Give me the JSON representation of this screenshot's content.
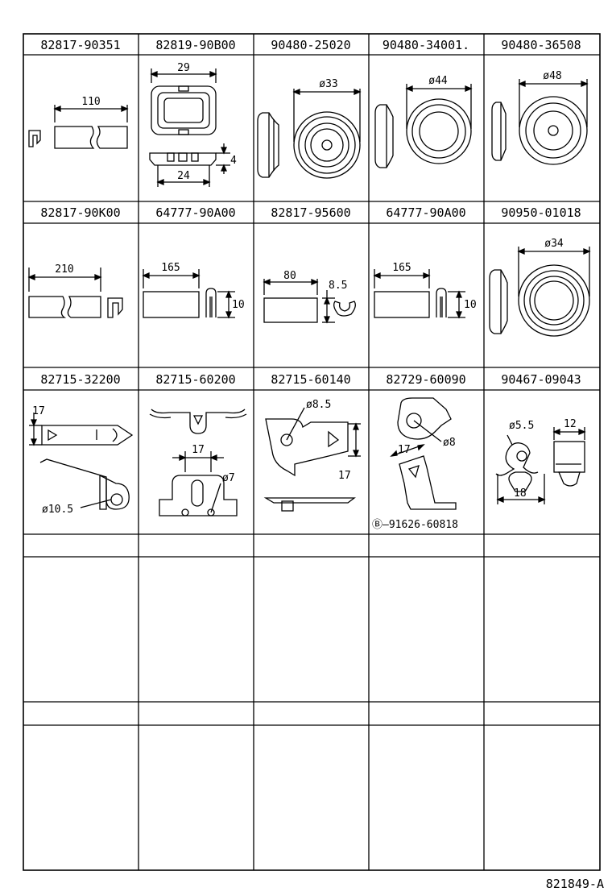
{
  "rows": [
    {
      "parts": [
        {
          "pn": "82817-90351",
          "dims": [
            "110"
          ]
        },
        {
          "pn": "82819-90B00",
          "dims": [
            "29",
            "24",
            "4"
          ]
        },
        {
          "pn": "90480-25020",
          "dims": [
            "ø33"
          ]
        },
        {
          "pn": "90480-34001.",
          "dims": [
            "ø44"
          ]
        },
        {
          "pn": "90480-36508",
          "dims": [
            "ø48"
          ]
        }
      ]
    },
    {
      "parts": [
        {
          "pn": "82817-90K00",
          "dims": [
            "210"
          ]
        },
        {
          "pn": "64777-90A00",
          "dims": [
            "165",
            "10"
          ]
        },
        {
          "pn": "82817-95600",
          "dims": [
            "80",
            "8.5"
          ]
        },
        {
          "pn": "64777-90A00",
          "dims": [
            "165",
            "10"
          ]
        },
        {
          "pn": "90950-01018",
          "dims": [
            "ø34"
          ]
        }
      ]
    },
    {
      "parts": [
        {
          "pn": "82715-32200",
          "dims": [
            "17",
            "ø10.5"
          ]
        },
        {
          "pn": "82715-60200",
          "dims": [
            "17",
            "ø7"
          ]
        },
        {
          "pn": "82715-60140",
          "dims": [
            "ø8.5",
            "17"
          ]
        },
        {
          "pn": "82729-60090",
          "dims": [
            "17",
            "ø8"
          ],
          "note": "Ⓑ—91626-60818"
        },
        {
          "pn": "90467-09043",
          "dims": [
            "ø5.5",
            "12",
            "18"
          ]
        }
      ]
    }
  ],
  "reference": "821849-A"
}
